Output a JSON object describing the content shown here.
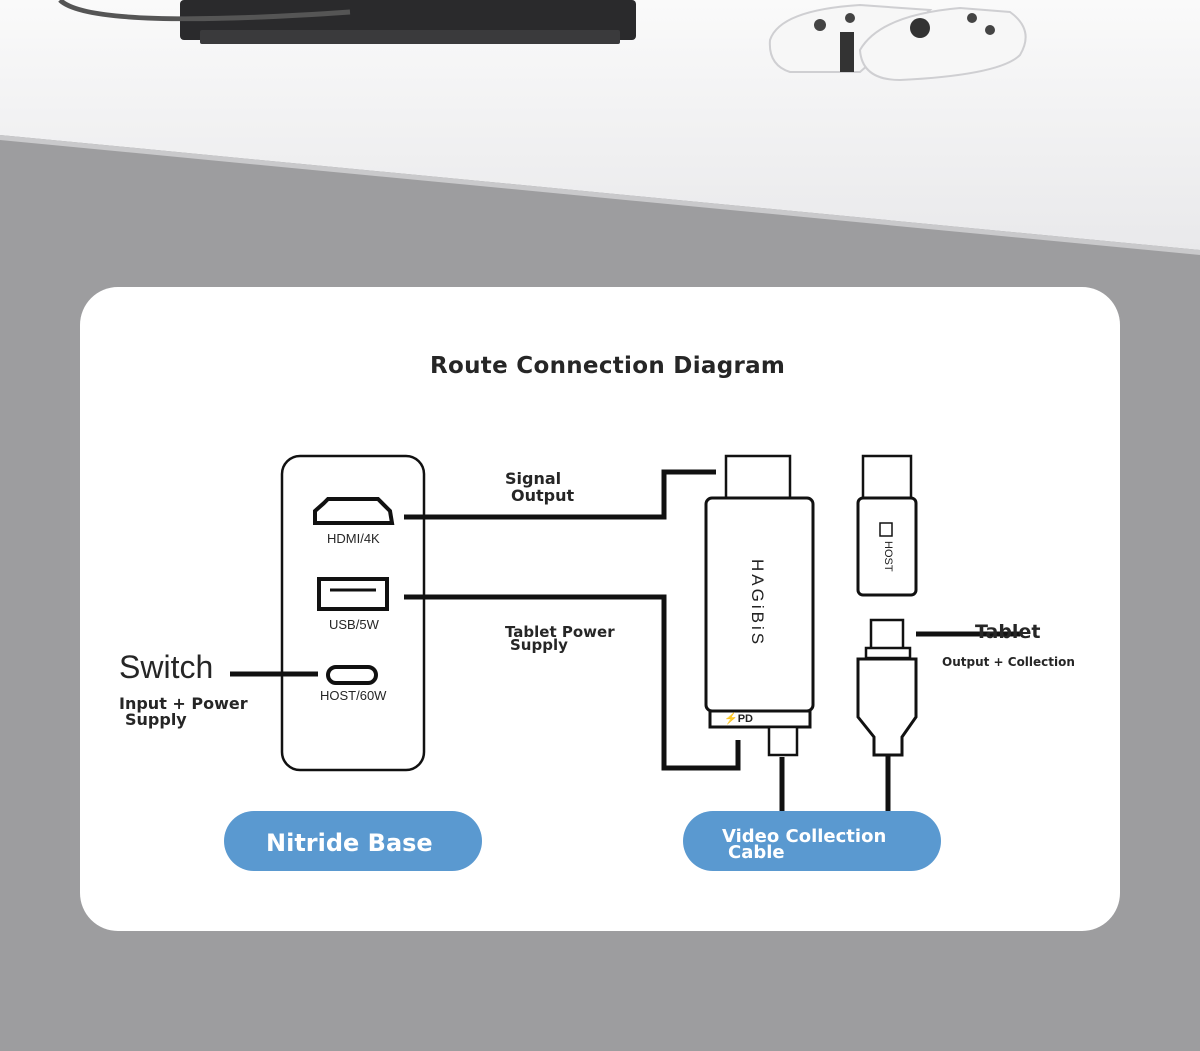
{
  "diagram": {
    "title": "Route Connection Diagram",
    "ports": [
      {
        "id": "hdmi",
        "label": "HDMI/4K"
      },
      {
        "id": "usb",
        "label": "USB/5W"
      },
      {
        "id": "host",
        "label": "HOST/60W"
      }
    ],
    "switch": {
      "name": "Switch",
      "desc_line1": "Input + Power",
      "desc_line2": "Supply"
    },
    "signal_output": {
      "line1": "Signal",
      "line2": "Output"
    },
    "tablet_power": {
      "line1": "Tablet Power",
      "line2": "Supply"
    },
    "tablet": {
      "name": "Tablet",
      "desc": "Output + Collection"
    },
    "cable": {
      "brand": "HAGiBiS",
      "pd": "PD",
      "host": "HOST"
    },
    "pills": {
      "base": "Nitride Base",
      "cable_line1": "Video Collection",
      "cable_line2": "Cable"
    },
    "colors": {
      "pill": "#5a99d0",
      "line": "#111111",
      "card": "#ffffff",
      "floor": "#9c9c9e",
      "table": "#f2f2f4"
    }
  }
}
